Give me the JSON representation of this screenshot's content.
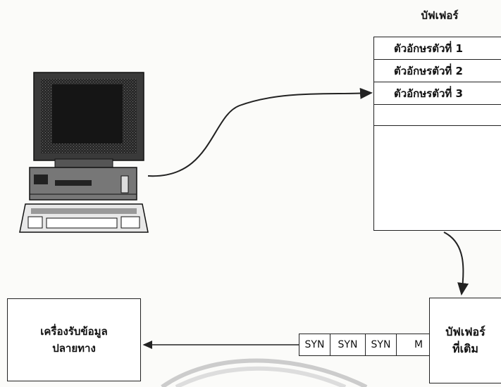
{
  "buffer": {
    "title": "บัฟเฟอร์",
    "rows": [
      "ตัวอักษรตัวที่  1",
      "ตัวอักษรตัวที่  2",
      "ตัวอักษรตัวที่  3"
    ]
  },
  "added_buffer": {
    "label": "บัฟเฟอร์\nที่เติม"
  },
  "receiver": {
    "label": "เครื่องรับข้อมูล\nปลายทาง"
  },
  "frame": {
    "cells": [
      "SYN",
      "SYN",
      "SYN",
      "M"
    ]
  }
}
